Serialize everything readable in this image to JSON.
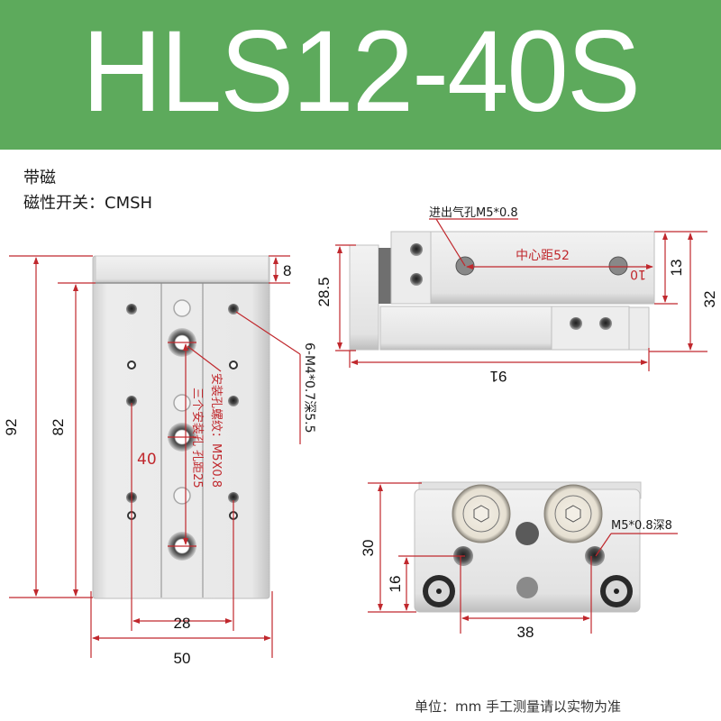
{
  "header": {
    "title": "HLS12-40S",
    "background_color": "#5daa5c"
  },
  "specs": {
    "line1": "带磁",
    "line2": "磁性开关：CMSH"
  },
  "top_view": {
    "dim_total_length": "92",
    "dim_inner_length": "82",
    "dim_end_block": "8",
    "dim_hole_spacing_vertical": "40",
    "dim_hole_pitch_width": "28",
    "dim_total_width": "50",
    "note_tapped_holes": "6-M4*0.7深5.5",
    "note_mount_thread": "安装孔螺纹：M5X0.8",
    "note_mount_holes": "三个安装孔 孔距25"
  },
  "side_view": {
    "note_air_port": "进出气孔M5*0.8",
    "center_distance": "中心距52",
    "dim_port_offset": "10",
    "dim_port_height": "13",
    "dim_total_height": "32",
    "dim_body_height": "28.5",
    "dim_total_length": "91"
  },
  "end_view": {
    "note_tapped_hole": "M5*0.8深8",
    "dim_height": "30",
    "dim_hole_height": "16",
    "dim_hole_pitch": "38"
  },
  "footer": {
    "unit_note": "单位：mm 手工测量请以实物为准"
  },
  "colors": {
    "dimension_line": "#c0282d",
    "metal_light": "#e6e6e6",
    "metal_dark": "#b9b9b9"
  }
}
